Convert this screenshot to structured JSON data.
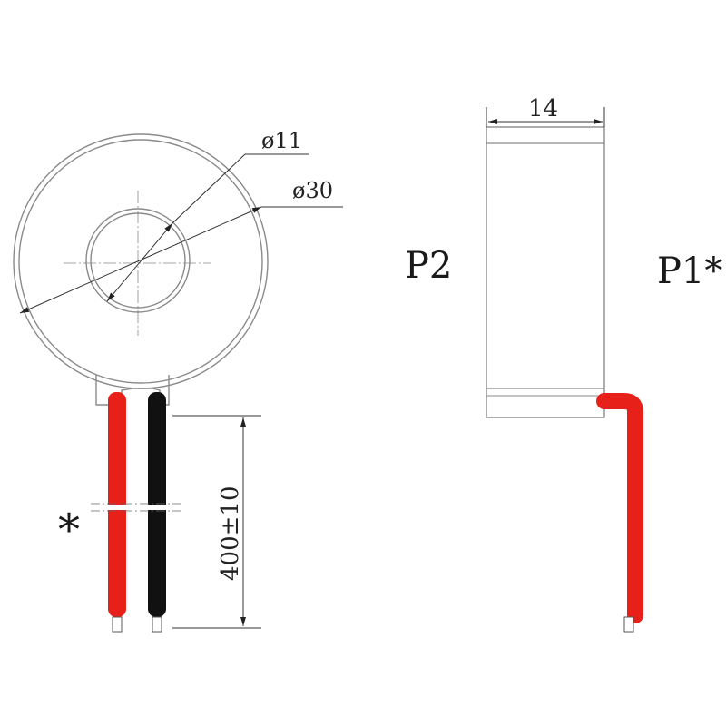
{
  "labels": {
    "inner_diameter": "ø11",
    "outer_diameter": "ø30",
    "width": "14",
    "lead_length": "400±10",
    "polarity_mark": "*",
    "terminal_p2": "P2",
    "terminal_p1": "P1*"
  },
  "colors": {
    "lead_red": "#e8201a",
    "lead_black": "#111111",
    "outline": "#8a8a8a",
    "dimension": "#333333"
  }
}
